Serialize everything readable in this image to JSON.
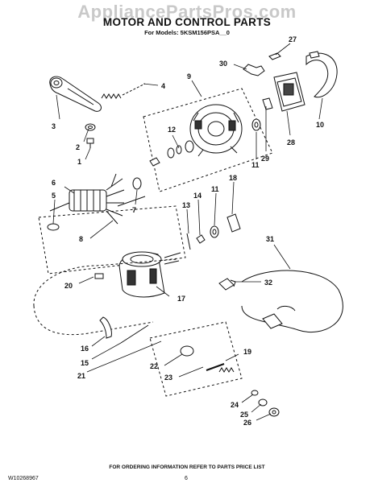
{
  "watermark": "AppliancePartsPros.com",
  "title": "MOTOR AND CONTROL PARTS",
  "models": "For Models: 5KSM156PSA__0",
  "footer": "FOR ORDERING INFORMATION REFER TO PARTS PRICE LIST",
  "doc_number": "W10268967",
  "page_number": "6",
  "callouts": {
    "p1": "1",
    "p2": "2",
    "p3": "3",
    "p4": "4",
    "p5": "5",
    "p6": "6",
    "p7": "7",
    "p8": "8",
    "p9": "9",
    "p10": "10",
    "p11a": "11",
    "p11b": "11",
    "p12": "12",
    "p13": "13",
    "p14": "14",
    "p15": "15",
    "p16": "16",
    "p17": "17",
    "p18": "18",
    "p19": "19",
    "p20": "20",
    "p21": "21",
    "p22": "22",
    "p23": "23",
    "p24": "24",
    "p25": "25",
    "p26": "26",
    "p27": "27",
    "p28": "28",
    "p29": "29",
    "p30": "30",
    "p31": "31",
    "p32": "32"
  }
}
